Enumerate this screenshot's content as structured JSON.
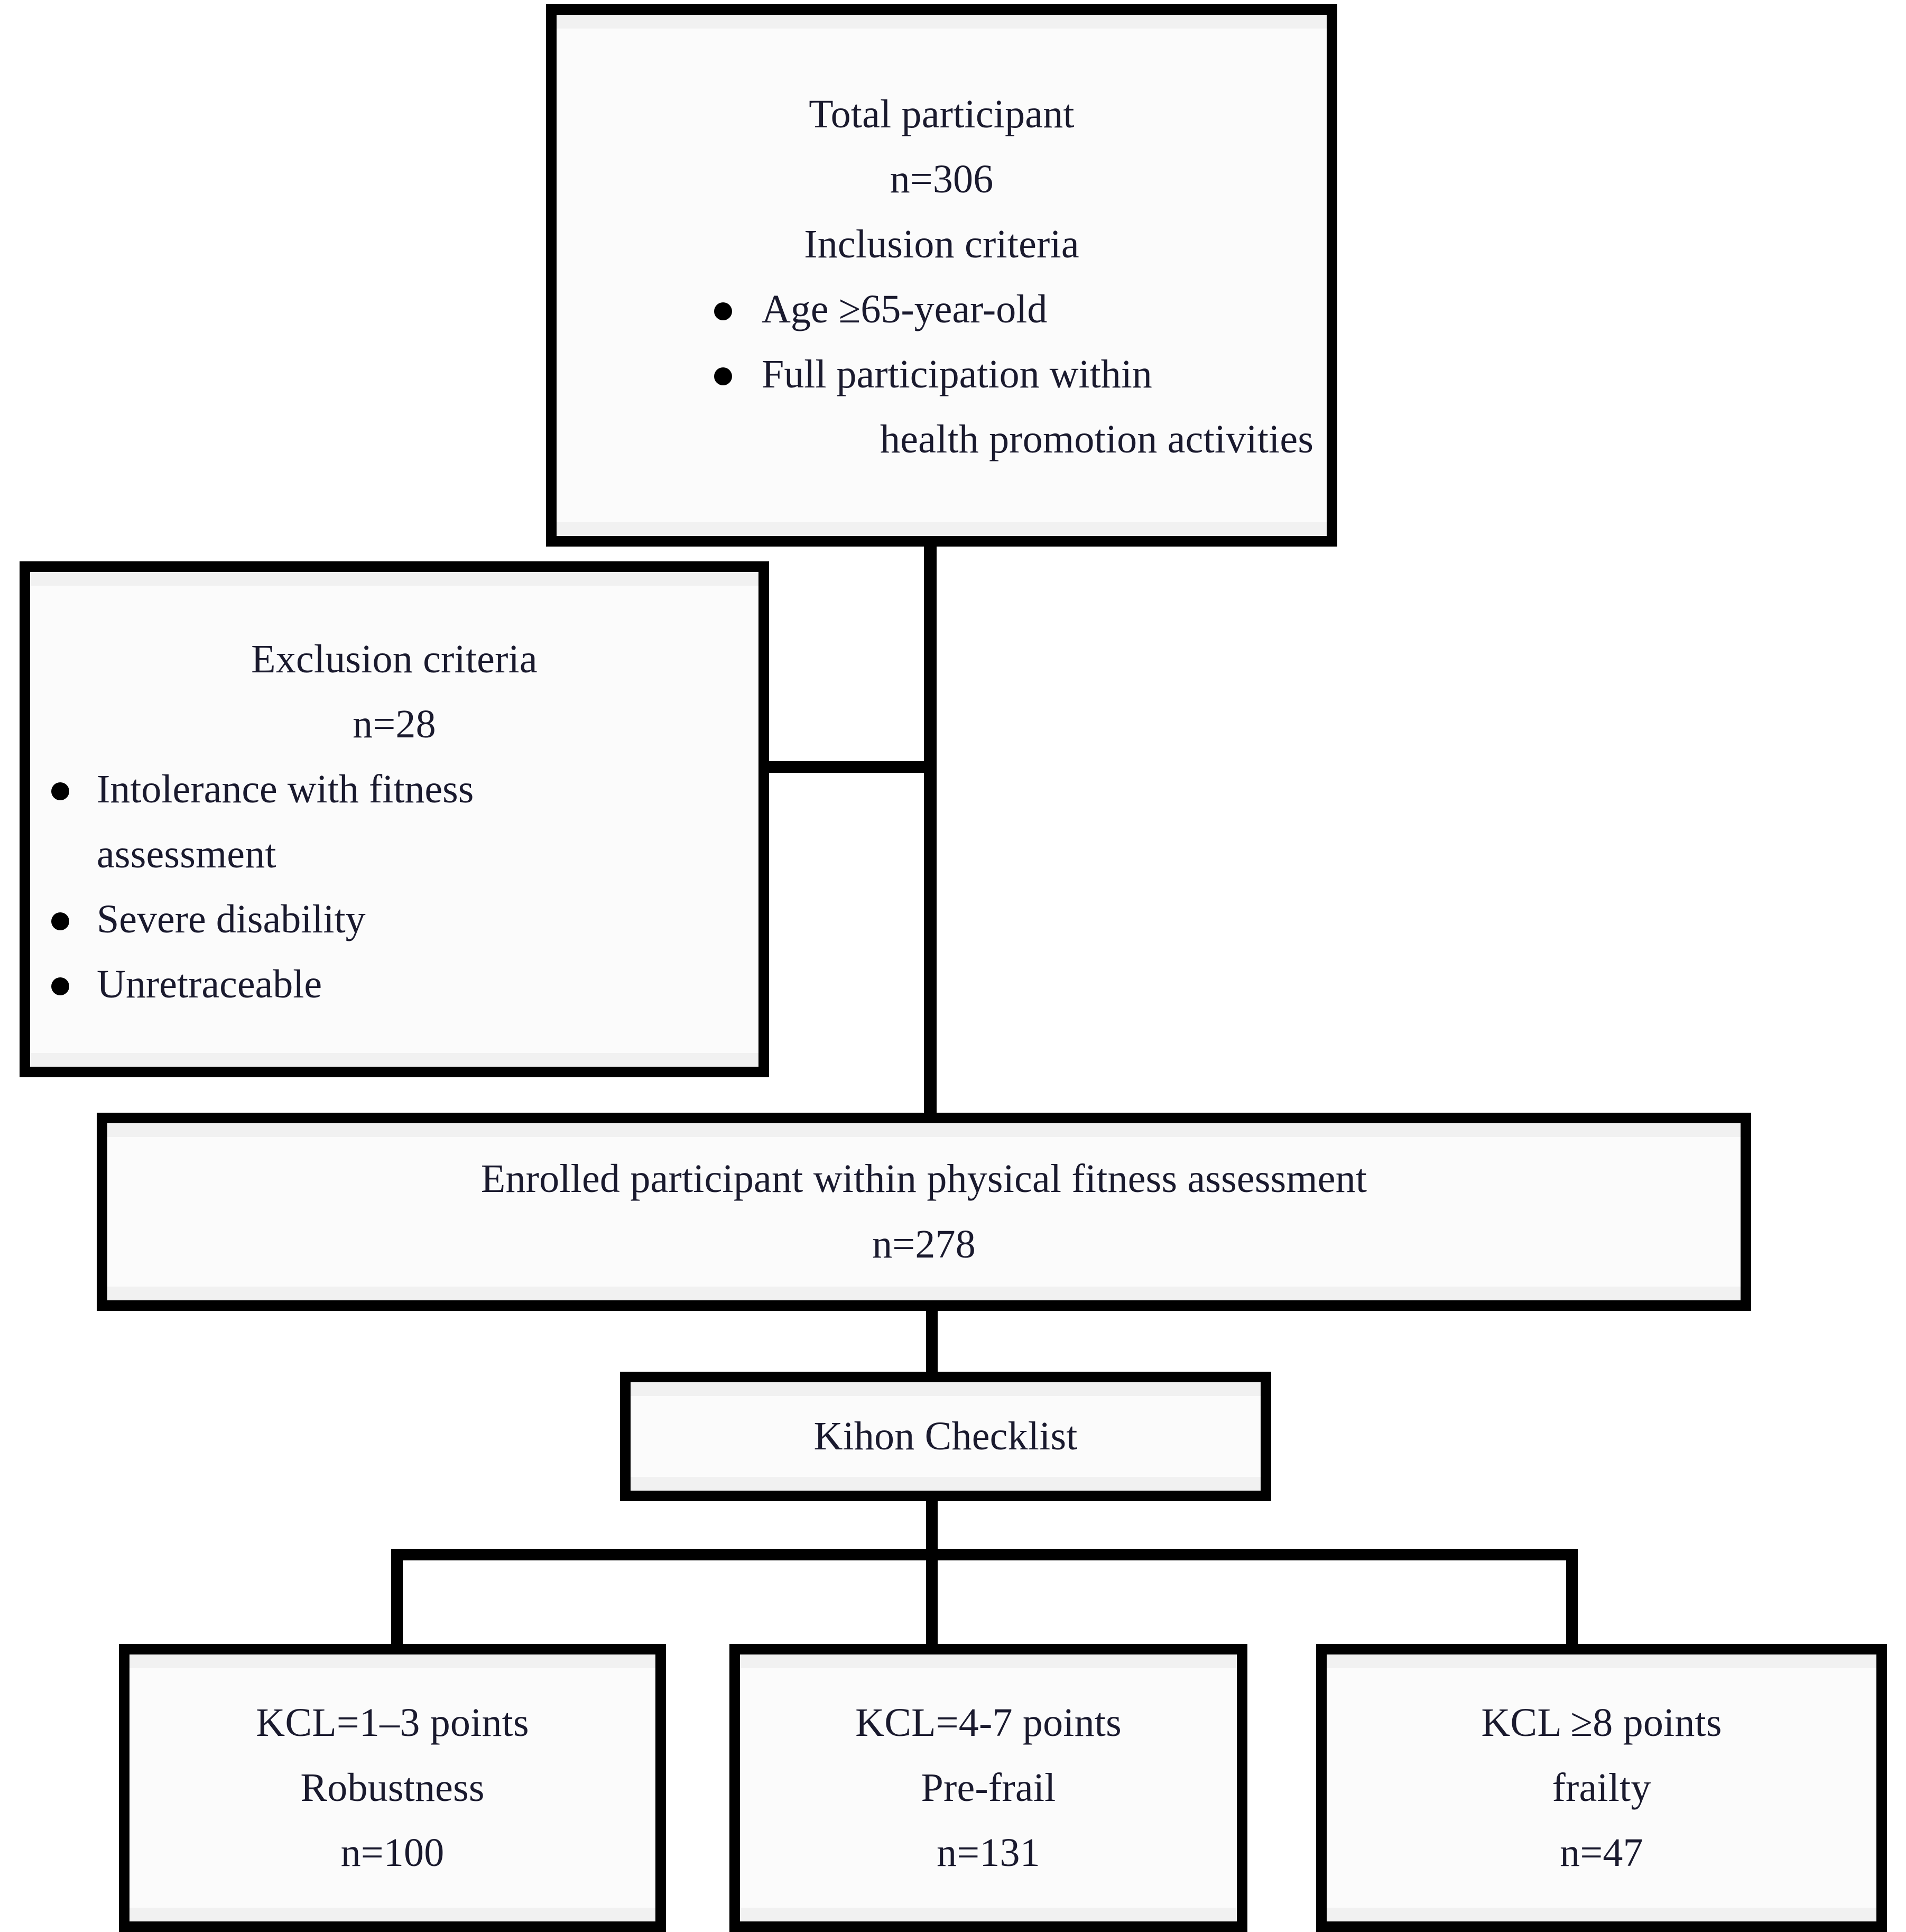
{
  "diagram": {
    "type": "flowchart",
    "title": "Participant enrollment and Kihon Checklist frailty classification flow",
    "nodes": {
      "total": {
        "heading": "Total participant",
        "count": "n=306",
        "subheading": "Inclusion criteria",
        "bullets": [
          "Age ≥65-year-old",
          "Full participation within",
          "health promotion activities"
        ]
      },
      "exclusion": {
        "heading": "Exclusion criteria",
        "count": "n=28",
        "bullets": [
          "Intolerance with fitness",
          "assessment",
          "Severe disability",
          "Unretraceable"
        ]
      },
      "enrolled": {
        "heading": "Enrolled participant within physical fitness assessment",
        "count": "n=278"
      },
      "kihon": {
        "heading": "Kihon Checklist"
      },
      "robustness": {
        "criteria": "KCL=1–3 points",
        "label": "Robustness",
        "count": "n=100"
      },
      "prefrail": {
        "criteria": "KCL=4-7 points",
        "label": "Pre-frail",
        "count": "n=131"
      },
      "frailty": {
        "criteria": "KCL ≥8 points",
        "label": "frailty",
        "count": "n=47"
      }
    },
    "colors": {
      "border": "#000000",
      "box_fill": "#fbfbfb",
      "band_fill": "#f1f1f1",
      "text": "#1a1a2e",
      "page_background": "#ffffff"
    },
    "edges": [
      {
        "from": "total",
        "to": "enrolled",
        "style": "vertical"
      },
      {
        "from": "exclusion",
        "to": "total-to-enrolled-trunk",
        "style": "horizontal"
      },
      {
        "from": "enrolled",
        "to": "kihon",
        "style": "vertical"
      },
      {
        "from": "kihon",
        "to": "robustness",
        "style": "elbow"
      },
      {
        "from": "kihon",
        "to": "prefrail",
        "style": "vertical"
      },
      {
        "from": "kihon",
        "to": "frailty",
        "style": "elbow"
      }
    ]
  }
}
